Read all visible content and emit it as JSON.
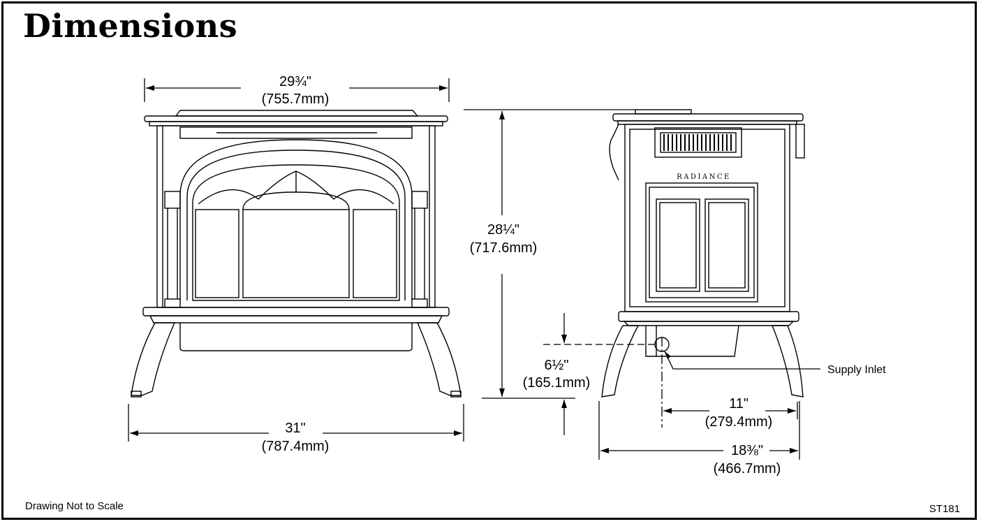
{
  "page": {
    "title": "Dimensions",
    "note": "Drawing Not to Scale",
    "code": "ST181"
  },
  "stove": {
    "brand": "RADIANCE"
  },
  "dimensions": {
    "top_width": {
      "inches": "29¾\"",
      "mm": "(755.7mm)"
    },
    "base_width": {
      "inches": "31\"",
      "mm": "(787.4mm)"
    },
    "height": {
      "inches": "28¼\"",
      "mm": "(717.6mm)"
    },
    "inlet_height": {
      "inches": "6½\"",
      "mm": "(165.1mm)"
    },
    "inlet_offset": {
      "inches": "11\"",
      "mm": "(279.4mm)"
    },
    "depth": {
      "inches": "18⅜\"",
      "mm": "(466.7mm)"
    }
  },
  "labels": {
    "supply_inlet": "Supply Inlet"
  }
}
